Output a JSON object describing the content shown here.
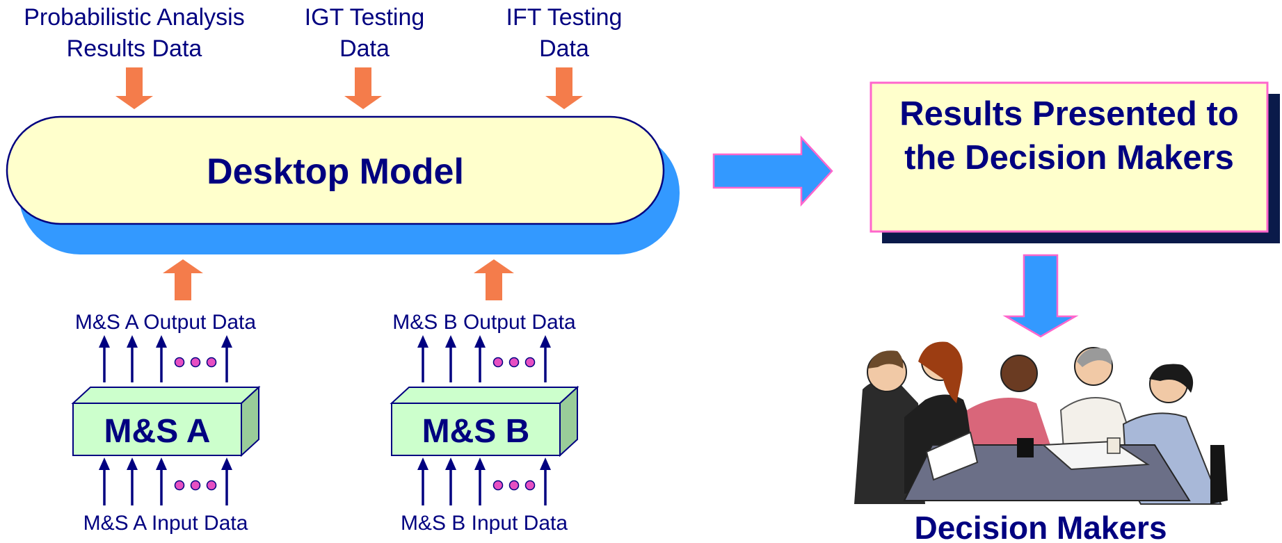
{
  "inputs": {
    "prob_line1": "Probabilistic Analysis",
    "prob_line2": "Results Data",
    "igt_line1": "IGT Testing",
    "igt_line2": "Data",
    "ift_line1": "IFT Testing",
    "ift_line2": "Data"
  },
  "desktop_model": {
    "label": "Desktop Model"
  },
  "results_box": {
    "line1": "Results Presented to",
    "line2": "the Decision Makers"
  },
  "ms_a": {
    "label": "M&S A",
    "output_label": "M&S A Output Data",
    "input_label": "M&S A Input Data"
  },
  "ms_b": {
    "label": "M&S B",
    "output_label": "M&S B Output Data",
    "input_label": "M&S B Input Data"
  },
  "decision_makers": {
    "caption": "Decision Makers"
  },
  "colors": {
    "navy_text": "#000080",
    "orange_arrow": "#F47C4B",
    "blue_arrow": "#3399FF",
    "pale_yellow": "#FFFFCC",
    "pink_border": "#FF66CC",
    "box_green": "#CCFFCC",
    "dark_shadow": "#0A1A4A",
    "magenta_dots": "#E64FC2"
  }
}
